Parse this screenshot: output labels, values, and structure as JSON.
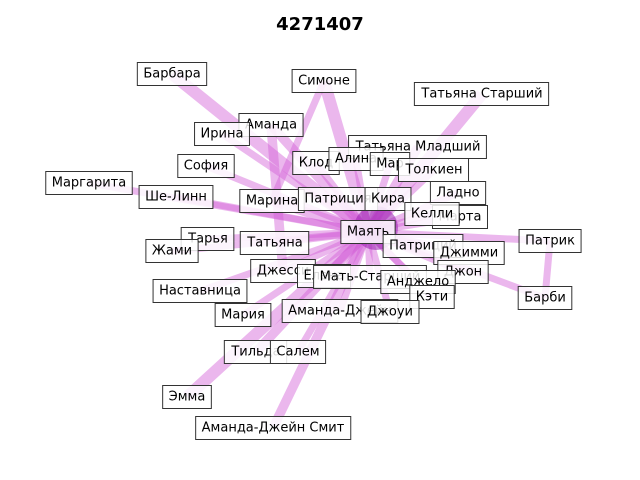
{
  "title": "4271407",
  "colors": {
    "edge": "#d35fd6",
    "hub": "#9b1fb0",
    "box_border": "#333333"
  },
  "nodes": [
    {
      "id": "barbara",
      "label": "Барбара"
    },
    {
      "id": "simone",
      "label": "Симоне"
    },
    {
      "id": "tatyana_st",
      "label": "Татьяна Старший"
    },
    {
      "id": "amanda",
      "label": "Аманда"
    },
    {
      "id": "irina",
      "label": "Ирина"
    },
    {
      "id": "tatyana_ml",
      "label": "Татьяна Младший"
    },
    {
      "id": "klod",
      "label": "Клод"
    },
    {
      "id": "alina",
      "label": "Алина"
    },
    {
      "id": "mar",
      "label": "Мар"
    },
    {
      "id": "sofia",
      "label": "София"
    },
    {
      "id": "tolkien",
      "label": "Толкиен"
    },
    {
      "id": "margarita",
      "label": "Маргарита"
    },
    {
      "id": "ladno",
      "label": "Ладно"
    },
    {
      "id": "shelinn",
      "label": "Ше-Линн"
    },
    {
      "id": "marina",
      "label": "Марина"
    },
    {
      "id": "patricia",
      "label": "Патриция"
    },
    {
      "id": "kira",
      "label": "Кира"
    },
    {
      "id": "marta",
      "label": "Марта"
    },
    {
      "id": "kelly",
      "label": "Келли"
    },
    {
      "id": "mayat",
      "label": "Маять"
    },
    {
      "id": "tarya",
      "label": "Тарья"
    },
    {
      "id": "tatyana",
      "label": "Татьяна"
    },
    {
      "id": "patrik",
      "label": "Патрик"
    },
    {
      "id": "patriciy",
      "label": "Патриций"
    },
    {
      "id": "zhami",
      "label": "Жами"
    },
    {
      "id": "jimmy",
      "label": "Джимми"
    },
    {
      "id": "jesse",
      "label": "Джесси"
    },
    {
      "id": "elena",
      "label": "Елена"
    },
    {
      "id": "mat_st",
      "label": "Мать-Старший"
    },
    {
      "id": "john",
      "label": "Джон"
    },
    {
      "id": "nastavnica",
      "label": "Наставница"
    },
    {
      "id": "angelo",
      "label": "Анджело"
    },
    {
      "id": "barbi",
      "label": "Барби"
    },
    {
      "id": "katy",
      "label": "Кэти"
    },
    {
      "id": "maria",
      "label": "Мария"
    },
    {
      "id": "amanda_d",
      "label": "Аманда-Джейн"
    },
    {
      "id": "joey",
      "label": "Джоуи"
    },
    {
      "id": "tilda",
      "label": "Тильда"
    },
    {
      "id": "salem",
      "label": "Салем"
    },
    {
      "id": "emma",
      "label": "Эмма"
    },
    {
      "id": "amanda_js",
      "label": "Аманда-Джейн Смит"
    }
  ],
  "edges": [
    {
      "source": "barbara",
      "target": "mayat",
      "weight": 4
    },
    {
      "source": "tatyana_st",
      "target": "mayat",
      "weight": 4
    },
    {
      "source": "simone",
      "target": "mayat",
      "weight": 4
    },
    {
      "source": "simone",
      "target": "marina",
      "weight": 2
    },
    {
      "source": "amanda",
      "target": "mayat",
      "weight": 3
    },
    {
      "source": "amanda",
      "target": "jesse",
      "weight": 3
    },
    {
      "source": "irina",
      "target": "mayat",
      "weight": 2
    },
    {
      "source": "sofia",
      "target": "mayat",
      "weight": 2
    },
    {
      "source": "margarita",
      "target": "mayat",
      "weight": 2
    },
    {
      "source": "shelinn",
      "target": "mayat",
      "weight": 2
    },
    {
      "source": "marina",
      "target": "mayat",
      "weight": 3
    },
    {
      "source": "klod",
      "target": "mayat",
      "weight": 2
    },
    {
      "source": "alina",
      "target": "mayat",
      "weight": 2
    },
    {
      "source": "tatyana_ml",
      "target": "mayat",
      "weight": 3
    },
    {
      "source": "tolkien",
      "target": "mayat",
      "weight": 2
    },
    {
      "source": "ladno",
      "target": "mayat",
      "weight": 2
    },
    {
      "source": "tarya",
      "target": "mayat",
      "weight": 2
    },
    {
      "source": "zhami",
      "target": "mayat",
      "weight": 2
    },
    {
      "source": "nastavnica",
      "target": "mayat",
      "weight": 2
    },
    {
      "source": "maria",
      "target": "mayat",
      "weight": 2
    },
    {
      "source": "patrik",
      "target": "mayat",
      "weight": 2
    },
    {
      "source": "patrik",
      "target": "barbi",
      "weight": 2
    },
    {
      "source": "barbi",
      "target": "mayat",
      "weight": 2
    },
    {
      "source": "tilda",
      "target": "mayat",
      "weight": 3
    },
    {
      "source": "salem",
      "target": "mayat",
      "weight": 2
    },
    {
      "source": "emma",
      "target": "mayat",
      "weight": 4
    },
    {
      "source": "amanda_js",
      "target": "mayat",
      "weight": 3
    },
    {
      "source": "joey",
      "target": "mayat",
      "weight": 2
    },
    {
      "source": "katy",
      "target": "mayat",
      "weight": 2
    },
    {
      "source": "angelo",
      "target": "mayat",
      "weight": 2
    },
    {
      "source": "john",
      "target": "mayat",
      "weight": 2
    },
    {
      "source": "jimmy",
      "target": "mayat",
      "weight": 2
    },
    {
      "source": "elena",
      "target": "mayat",
      "weight": 2
    },
    {
      "source": "jesse",
      "target": "mayat",
      "weight": 2
    },
    {
      "source": "tatyana",
      "target": "mayat",
      "weight": 2
    },
    {
      "source": "patricia",
      "target": "mayat",
      "weight": 2
    },
    {
      "source": "kira",
      "target": "mayat",
      "weight": 2
    },
    {
      "source": "kelly",
      "target": "mayat",
      "weight": 2
    },
    {
      "source": "marta",
      "target": "mayat",
      "weight": 2
    },
    {
      "source": "patriciy",
      "target": "mayat",
      "weight": 2
    },
    {
      "source": "mat_st",
      "target": "mayat",
      "weight": 2
    },
    {
      "source": "amanda_d",
      "target": "mayat",
      "weight": 2
    },
    {
      "source": "mar",
      "target": "mayat",
      "weight": 2
    }
  ]
}
